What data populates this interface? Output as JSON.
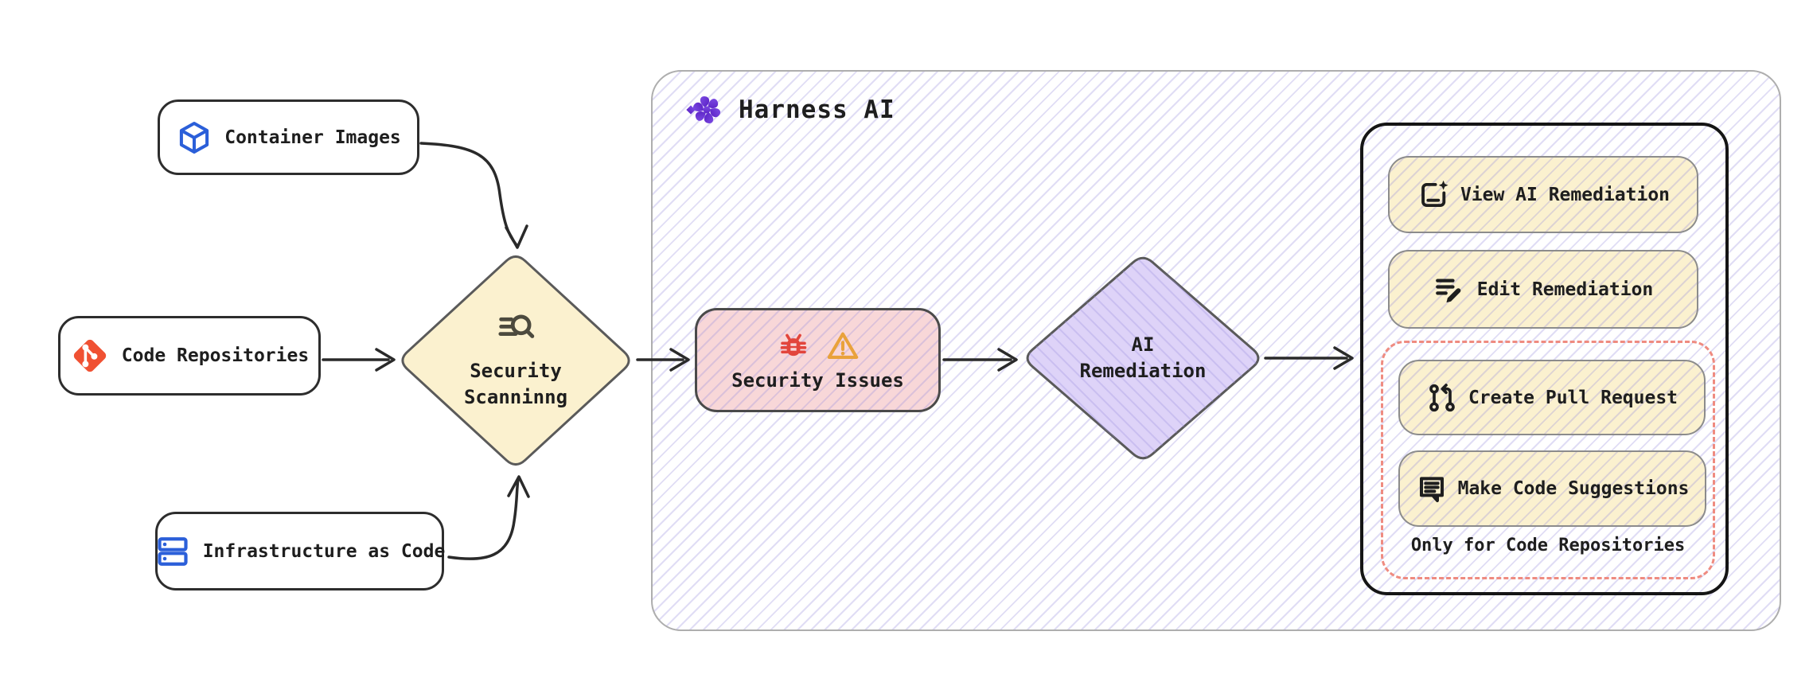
{
  "colors": {
    "node-yellow": "#fbf1cf",
    "node-pink": "#f8d7d8",
    "node-purple": "#ded3f8",
    "hatch-line": "rgba(151,142,221,0.30)",
    "dashed-red": "#ef8b80",
    "icon-blue": "#2b5fd9",
    "git-orange": "#f05133",
    "bug-red": "#e2453c",
    "warning-orange": "#e9a23b",
    "scan-icon": "#4c4a3e",
    "arrow": "#2a2a2a"
  },
  "sources": {
    "container_images": {
      "label": "Container Images",
      "icon": "cube-icon"
    },
    "code_repositories": {
      "label": "Code Repositories",
      "icon": "git-icon"
    },
    "infrastructure_as_code": {
      "label": "Infrastructure as Code",
      "icon": "server-stack-icon"
    }
  },
  "scanning": {
    "line1": "Security",
    "line2": "Scanninng",
    "icon": "search-list-icon"
  },
  "harness": {
    "title": "Harness AI",
    "icon": "harness-ai-flower-icon"
  },
  "issues": {
    "label": "Security Issues",
    "icons": [
      "bug-icon",
      "warning-icon"
    ]
  },
  "remediation": {
    "line1": "AI",
    "line2": "Remediation"
  },
  "actions": {
    "view": {
      "label": "View AI Remediation",
      "icon": "document-sparkle-icon"
    },
    "edit": {
      "label": "Edit Remediation",
      "icon": "list-pencil-icon"
    },
    "create_pr": {
      "label": "Create Pull Request",
      "icon": "pull-request-icon"
    },
    "suggest": {
      "label": "Make Code Suggestions",
      "icon": "comment-lines-icon"
    },
    "note": "Only for Code Repositories"
  }
}
